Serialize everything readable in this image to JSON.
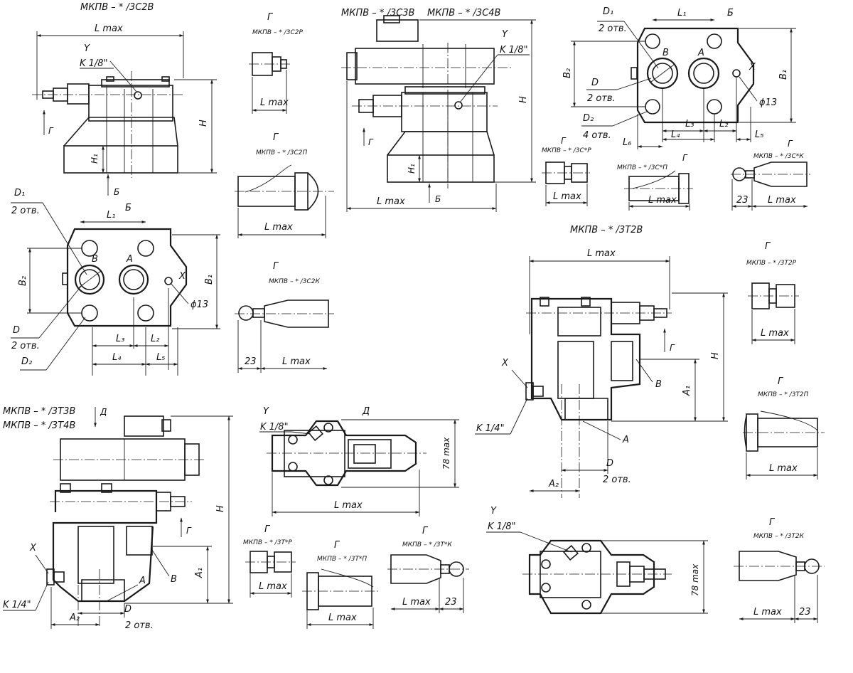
{
  "titles": {
    "zc2v": "МКПВ – * /3С2В",
    "zc3v": "МКПВ – * /3С3В",
    "zc4v": "МКПВ – * /3С4В",
    "zt2v": "МКПВ – * /3Т2В",
    "zt3v": "МКПВ – * /3Т3В",
    "zt4v": "МКПВ – * /3Т4В"
  },
  "variants": {
    "zc2r": "МКПВ – * /3С2Р",
    "zc2p": "МКПВ – * /3С2П",
    "zc2k": "МКПВ – * /3С2К",
    "zcr": "МКПВ – * /3С*Р",
    "zcp": "МКПВ – * /3С*П",
    "zck": "МКПВ – * /3С*К",
    "zt2r": "МКПВ – * /3Т2Р",
    "zt2p": "МКПВ – * /3Т2П",
    "zt2k": "МКПВ – * /3Т2К",
    "ztr": "МКПВ – * /3Т*Р",
    "ztp": "МКПВ – * /3Т*П",
    "ztk": "МКПВ – * /3Т*К"
  },
  "labels": {
    "lmax": "L max",
    "h": "H",
    "h1": "H₁",
    "a1": "A₁",
    "a2": "A₂",
    "b1": "B₁",
    "b2": "B₂",
    "l1": "L₁",
    "l2": "L₂",
    "l3": "L₃",
    "l4": "L₄",
    "l5": "L₅",
    "l6": "L₆",
    "d": "D",
    "d1": "D₁",
    "d2": "D₂",
    "y": "Y",
    "x": "X",
    "a": "A",
    "b": "B",
    "view_g": "Г",
    "view_b": "Б",
    "view_d": "Д",
    "k18": "K 1/8\"",
    "k14": "K 1/4\"",
    "two_holes": "2 отв.",
    "four_holes": "4 отв.",
    "d13": "ϕ13",
    "dim23": "23",
    "dim78": "78 max"
  }
}
